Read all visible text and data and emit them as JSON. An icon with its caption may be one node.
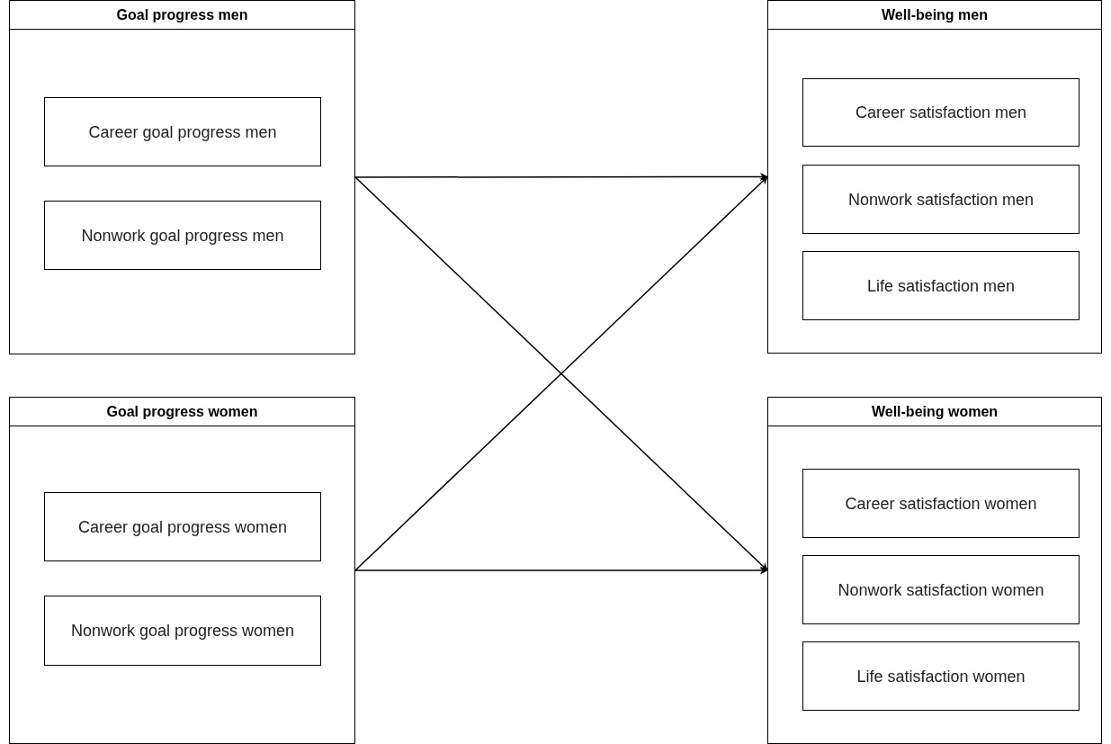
{
  "diagram": {
    "nodes": [
      {
        "text": [
          "Goal progress men"
        ]
      },
      {
        "text": [
          "Career goal progress men"
        ],
        "in": 0
      },
      {
        "text": [
          "Nonwork goal progress men"
        ],
        "in": 0
      },
      {
        "text": [
          "Well-being men"
        ]
      },
      {
        "text": [
          "Career satisfaction men"
        ],
        "in": 3
      },
      {
        "text": [
          "Nonwork satisfaction men"
        ],
        "in": 3
      },
      {
        "text": [
          "Life satisfaction men"
        ],
        "in": 3
      },
      {
        "text": [
          "Goal progress women"
        ]
      },
      {
        "text": [
          "Career goal progress women"
        ],
        "in": 7
      },
      {
        "text": [
          "Nonwork goal progress women"
        ],
        "in": 7
      },
      {
        "text": [
          "Well-being women"
        ]
      },
      {
        "text": [
          "Career satisfaction women"
        ],
        "in": 10
      },
      {
        "text": [
          "Nonwork satisfaction women"
        ],
        "in": 10
      },
      {
        "text": [
          "Life satisfaction women"
        ],
        "in": 10
      }
    ],
    "edges": [
      {
        "from": 0,
        "to": 3,
        "arrow": "to"
      },
      {
        "from": 0,
        "to": 10,
        "arrow": "to"
      },
      {
        "from": 7,
        "to": 3,
        "arrow": "to"
      },
      {
        "from": 7,
        "to": 10,
        "arrow": "to"
      }
    ]
  }
}
